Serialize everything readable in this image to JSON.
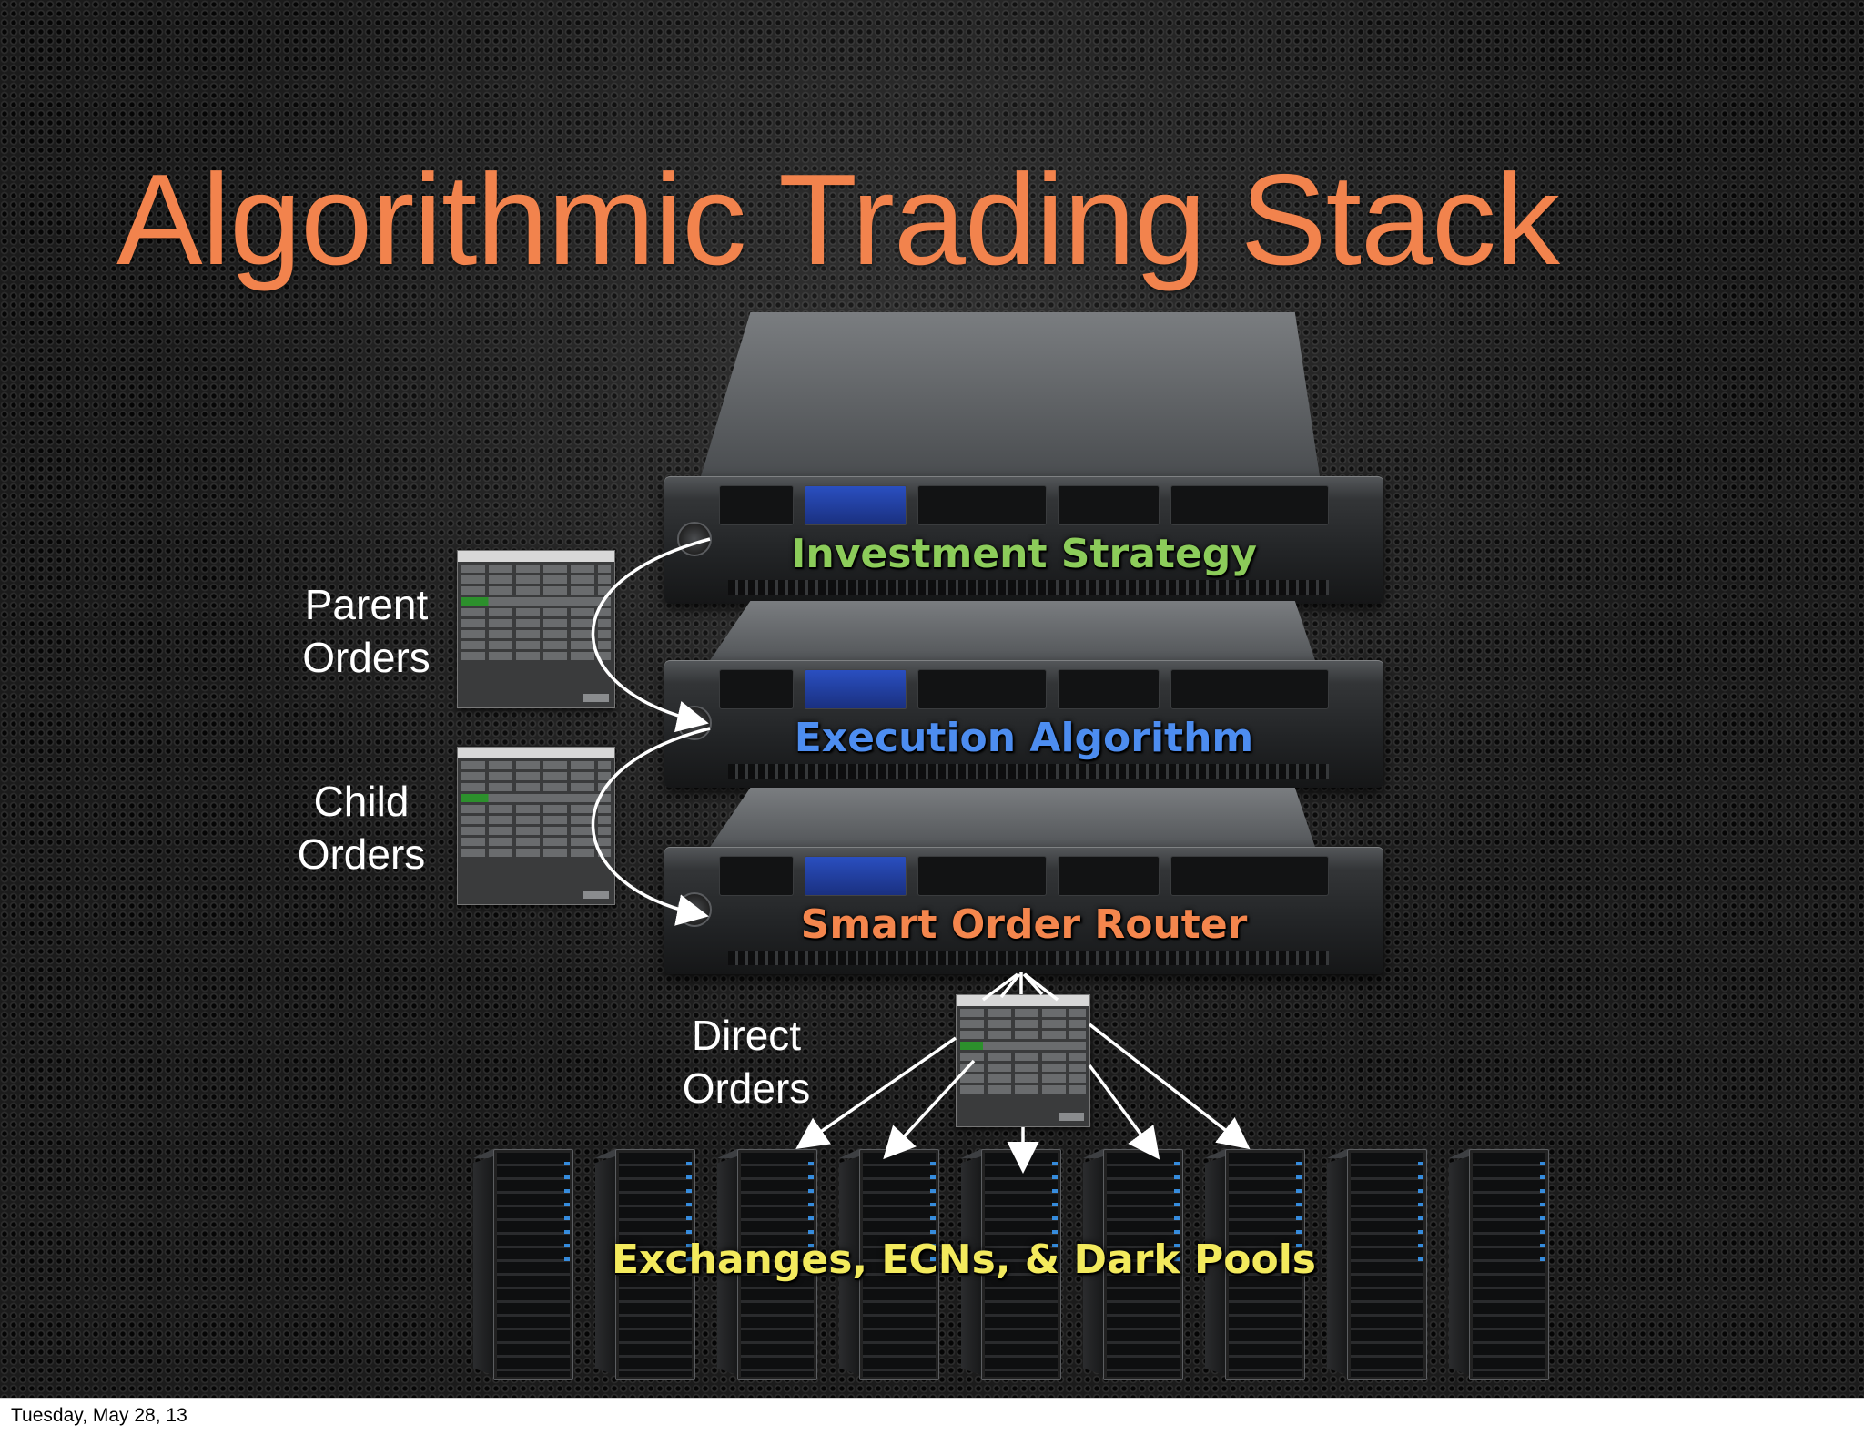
{
  "slide": {
    "title": "Algorithmic Trading Stack"
  },
  "stack": [
    {
      "label": "Investment Strategy",
      "color": "#8ccc5a"
    },
    {
      "label": "Execution Algorithm",
      "color": "#4d8df0"
    },
    {
      "label": "Smart Order Router",
      "color": "#f4864d"
    }
  ],
  "orders": {
    "parent": "Parent\nOrders",
    "child": "Child\nOrders",
    "direct": "Direct\nOrders"
  },
  "venues": {
    "label": "Exchanges, ECNs, & Dark Pools",
    "rack_count": 9
  },
  "footer": {
    "date": "Tuesday, May 28, 13"
  },
  "colors": {
    "title": "#f2834d",
    "venue_label": "#f3ea5d",
    "arrow": "#ffffff"
  },
  "icons": [
    "server-icon",
    "order-ticket-icon",
    "rack-icon",
    "arrow-icon"
  ]
}
